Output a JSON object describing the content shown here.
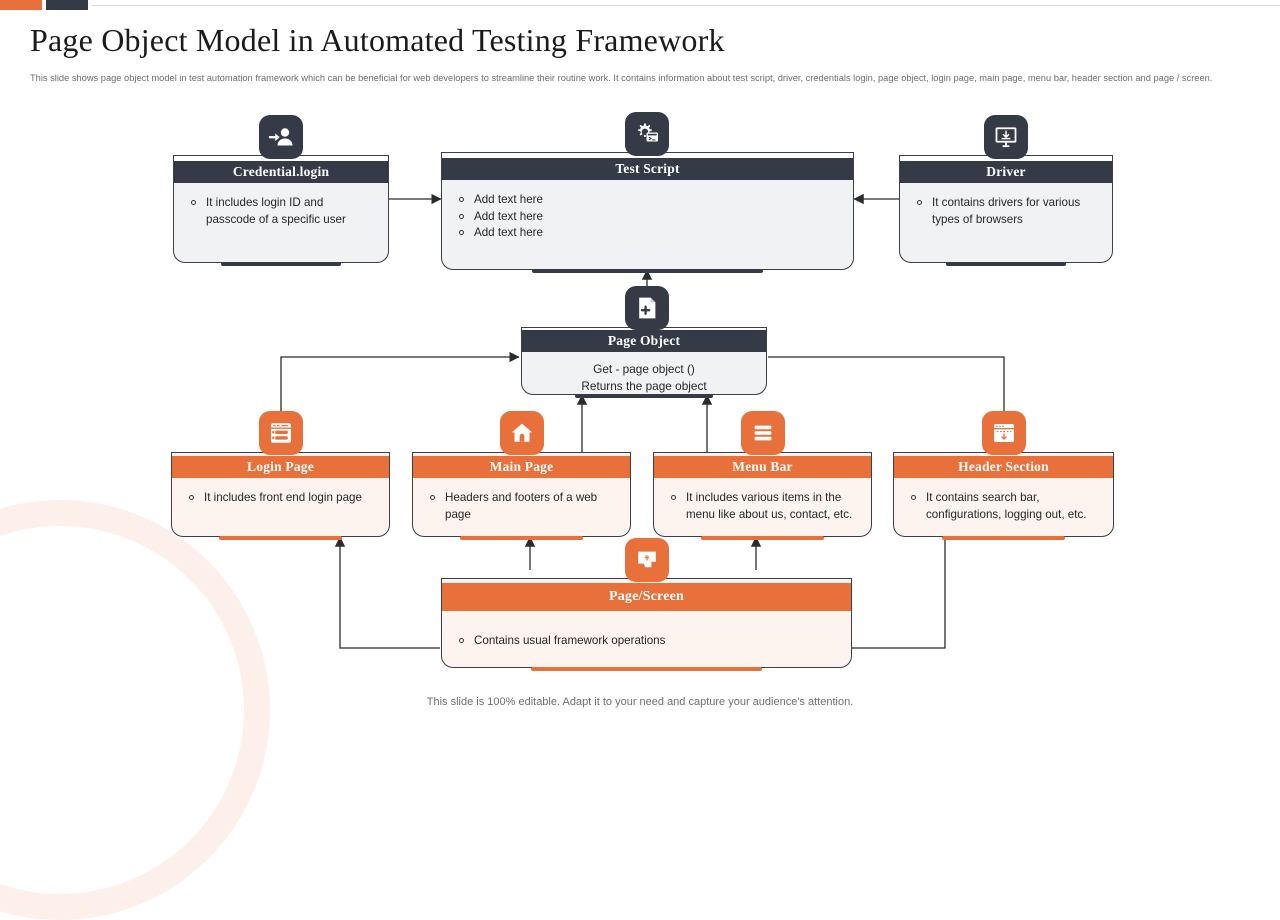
{
  "header": {
    "title": "Page Object Model in Automated Testing Framework",
    "subtitle": "This slide shows page object model in test automation framework which can be beneficial for web developers to streamline their routine work. It contains information about test script, driver, credentials login, page object, login page, main page, menu bar, header section and page / screen."
  },
  "footer": {
    "note": "This slide is 100% editable. Adapt it to your need and capture your audience's attention."
  },
  "colors": {
    "accent_orange": "#e8703a",
    "accent_dark": "#343a46",
    "dark_body": "#f1f2f4",
    "orange_body": "#fdf4ef",
    "deco_ring": "#fdf0ea"
  },
  "nodes": {
    "credential_login": {
      "title": "Credential.login",
      "icon": "user-login-icon",
      "theme": "dark",
      "items": [
        "It includes login ID and passcode of a specific user"
      ]
    },
    "test_script": {
      "title": "Test Script",
      "icon": "gear-terminal-icon",
      "theme": "dark",
      "items": [
        "Add text here",
        "Add text here",
        "Add text here"
      ]
    },
    "driver": {
      "title": "Driver",
      "icon": "monitor-download-icon",
      "theme": "dark",
      "items": [
        "It contains drivers for various types of browsers"
      ]
    },
    "page_object": {
      "title": "Page Object",
      "icon": "file-plus-icon",
      "theme": "dark",
      "line1": "Get - page object ()",
      "line2": "Returns the page object"
    },
    "login_page": {
      "title": "Login Page",
      "icon": "form-list-icon",
      "theme": "orange",
      "items": [
        "It includes front end login page"
      ]
    },
    "main_page": {
      "title": "Main Page",
      "icon": "home-icon",
      "theme": "orange",
      "items": [
        "Headers and footers of a web page"
      ]
    },
    "menu_bar": {
      "title": "Menu Bar",
      "icon": "hamburger-menu-icon",
      "theme": "orange",
      "items": [
        "It includes various items in the menu like about us, contact, etc."
      ]
    },
    "header_section": {
      "title": "Header Section",
      "icon": "browser-header-icon",
      "theme": "orange",
      "items": [
        "It contains search bar, configurations, logging out, etc."
      ]
    },
    "page_screen": {
      "title": "Page/Screen",
      "icon": "screen-touch-icon",
      "theme": "orange",
      "items": [
        "Contains usual framework operations"
      ]
    }
  }
}
